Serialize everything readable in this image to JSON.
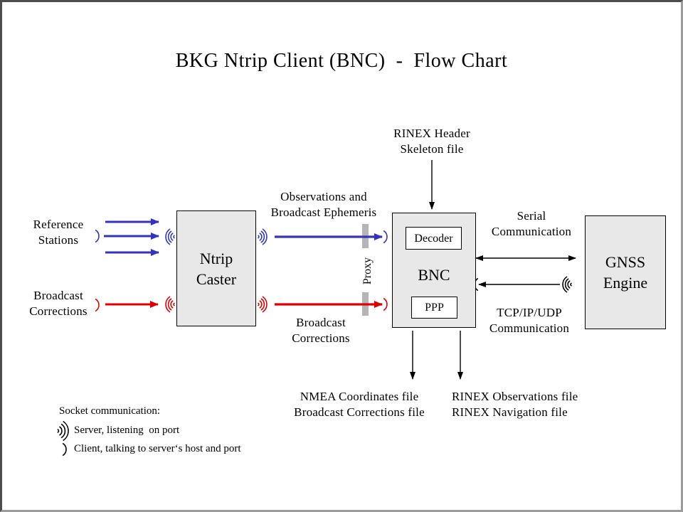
{
  "title": "BKG Ntrip Client (BNC)  -  Flow Chart",
  "colors": {
    "blue": "#3333bb",
    "red": "#dd0000",
    "black": "#000000",
    "box_fill": "#e8e8e8",
    "proxy_bar": "#b5b5b5"
  },
  "nodes": {
    "ntrip_caster": "Ntrip\nCaster",
    "bnc": "BNC",
    "decoder": "Decoder",
    "ppp": "PPP",
    "gnss_engine": "GNSS\nEngine"
  },
  "labels": {
    "reference_stations": "Reference\nStations",
    "broadcast_corrections_in": "Broadcast\nCorrections",
    "observations_ephemeris": "Observations and\nBroadcast Ephemeris",
    "broadcast_corrections_mid": "Broadcast\nCorrections",
    "rinex_header": "RINEX Header\nSkeleton file",
    "serial_comm": "Serial\nCommunication",
    "tcpip_comm": "TCP/IP/UDP\nCommunication",
    "proxy": "Proxy",
    "nmea_files": "NMEA Coordinates file\nBroadcast Corrections file",
    "rinex_files": "RINEX Observations file\nRINEX Navigation file"
  },
  "legend": {
    "title": "Socket communication:",
    "server": "Server, listening  on port",
    "client": "Client, talking to server‘s host and port"
  }
}
